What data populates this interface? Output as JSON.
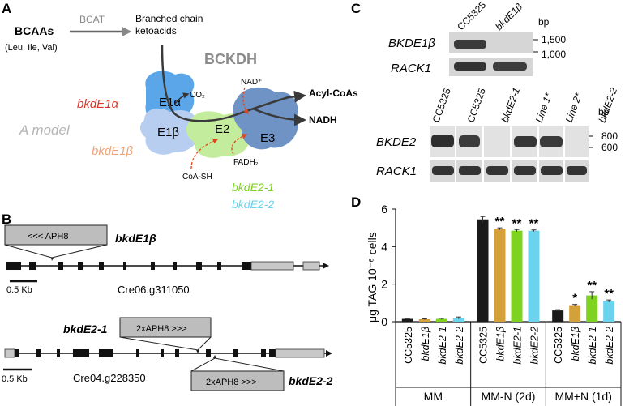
{
  "panel_a": {
    "label": "A",
    "bcaas": "BCAAs",
    "bcaas_sub": "(Leu, Ile, Val)",
    "bcat": "BCAT",
    "ketoacids_line1": "Branched chain",
    "ketoacids_line2": "ketoacids",
    "bckdh": "BCKDH",
    "e1a": "E1α",
    "e1b": "E1β",
    "e2": "E2",
    "e3": "E3",
    "co2": "CO₂",
    "nad": "NAD⁺",
    "fadh2": "FADH₂",
    "coash": "CoA-SH",
    "acyl_coas": "Acyl-CoAs",
    "nadh": "NADH",
    "bkde1a": "bkdE1α",
    "bkde1b": "bkdE1β",
    "bkde2_1": "bkdE2-1",
    "bkde2_2": "bkdE2-2",
    "model": "A model",
    "colors": {
      "e1a": "#5aa6e8",
      "e1b": "#b7cef0",
      "e2": "#c3ec9c",
      "e3": "#6f93c4",
      "bkde1a": "#d9352a",
      "bkde1b": "#f0a47a",
      "bkde2_1": "#7ed321",
      "bkde2_2": "#6ad3ee"
    }
  },
  "panel_b": {
    "label": "B",
    "aph8_1": "<<< APH8",
    "bkde1b": "bkdE1β",
    "gene1": "Cre06.g311050",
    "scale1": "0.5 Kb",
    "bkde2_1": "bkdE2-1",
    "aph8_2": "2xAPH8 >>>",
    "aph8_3": "2xAPH8 >>>",
    "bkde2_2": "bkdE2-2",
    "gene2": "Cre04.g228350",
    "scale2": "0.5 Kb"
  },
  "panel_c": {
    "label": "C",
    "top_lanes": [
      "CC5325",
      "bkdE1β"
    ],
    "bp": "bp",
    "top_sizes": [
      "1,500",
      "1,000"
    ],
    "rows_top": [
      "BKDE1β",
      "RACK1"
    ],
    "bottom_lanes": [
      "CC5325",
      "CC5325",
      "bkdE2-1",
      "Line 1*",
      "Line 2*",
      "bkdE2-2"
    ],
    "bottom_sizes": [
      "800",
      "600"
    ],
    "rows_bottom": [
      "BKDE2",
      "RACK1"
    ]
  },
  "panel_d": {
    "label": "D",
    "ylabel": "μg TAG 10⁻⁶ cells",
    "groups": [
      "MM",
      "MM-N (2d)",
      "MM+N (1d)"
    ]
  },
  "chart_data": {
    "type": "bar",
    "ylabel": "μg TAG 10⁻⁶ cells",
    "ylim": [
      0,
      6
    ],
    "yticks": [
      "0",
      "2",
      "4",
      "6"
    ],
    "groups": [
      "MM",
      "MM-N (2d)",
      "MM+N (1d)"
    ],
    "categories": [
      "CC5325",
      "bkdE1β",
      "bkdE2-1",
      "bkdE2-2"
    ],
    "colors": [
      "#1a1a1a",
      "#d4a03a",
      "#7ed321",
      "#6ad3ee"
    ],
    "series": [
      {
        "group": "MM",
        "values": [
          0.15,
          0.13,
          0.15,
          0.2
        ],
        "errors": [
          0.03,
          0.02,
          0.03,
          0.05
        ],
        "marks": [
          "",
          "",
          "",
          ""
        ]
      },
      {
        "group": "MM-N (2d)",
        "values": [
          5.45,
          4.95,
          4.85,
          4.85
        ],
        "errors": [
          0.15,
          0.05,
          0.06,
          0.04
        ],
        "marks": [
          "",
          "**",
          "**",
          "**"
        ]
      },
      {
        "group": "MM+N (1d)",
        "values": [
          0.6,
          0.88,
          1.4,
          1.1
        ],
        "errors": [
          0.04,
          0.04,
          0.2,
          0.06
        ],
        "marks": [
          "",
          "*",
          "**",
          "**"
        ]
      }
    ]
  }
}
